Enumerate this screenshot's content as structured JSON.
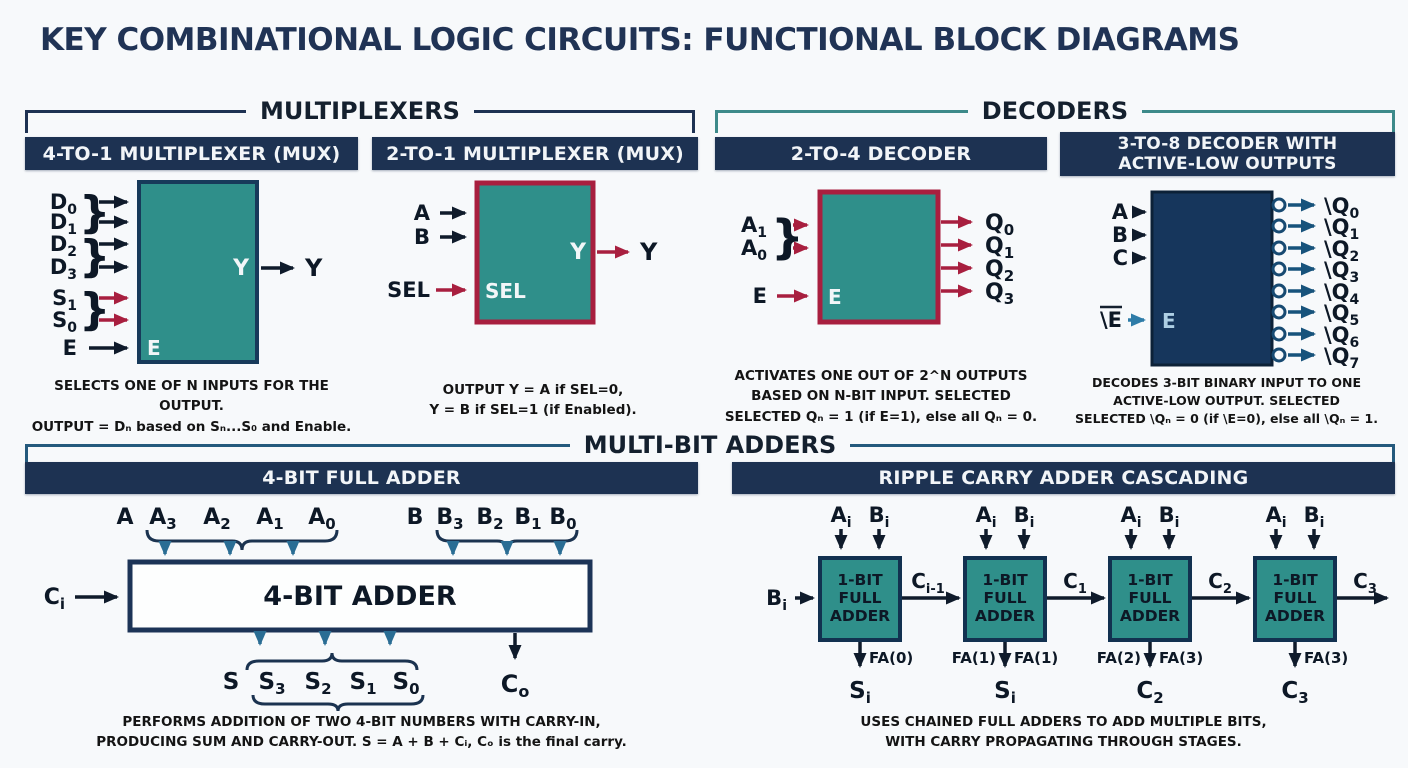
{
  "title": "KEY COMBINATIONAL LOGIC CIRCUITS: FUNCTIONAL BLOCK DIAGRAMS",
  "colors": {
    "background": "#f7f9fb",
    "navy_header_bar": "#1d3252",
    "title_navy": "#203355",
    "teal_block_fill": "#2f8f8a",
    "dark_navy_block_fill": "#16365c",
    "crimson": "#a81f3f",
    "steel_blue_arrow": "#2a6d94",
    "active_low_arrow": "#17537c",
    "enable_bar_arrow": "#2e7ca8",
    "ink_arrow": "#0f1b2b",
    "multiplexers_bracket": "#1e3253",
    "decoders_bracket": "#3d8a8a",
    "adders_bracket": "#255a7d"
  },
  "section_headers": {
    "multiplexers": "MULTIPLEXERS",
    "decoders": "DECODERS",
    "adders": "MULTI-BIT ADDERS"
  },
  "mux4": {
    "header": "4-TO-1 MULTIPLEXER (MUX)",
    "d_inputs": [
      {
        "b": "D",
        "s": "0"
      },
      {
        "b": "D",
        "s": "1"
      },
      {
        "b": "D",
        "s": "2"
      },
      {
        "b": "D",
        "s": "3"
      }
    ],
    "s_inputs": [
      {
        "b": "S",
        "s": "1"
      },
      {
        "b": "S",
        "s": "0"
      }
    ],
    "enable": "E",
    "port_y": "Y",
    "port_e": "E",
    "output": "Y",
    "brace": "}",
    "caption": [
      "SELECTS ONE OF N INPUTS FOR THE OUTPUT.",
      "OUTPUT = Dₙ based on Sₙ...S₀ and Enable."
    ]
  },
  "mux2": {
    "header": "2-TO-1 MULTIPLEXER (MUX)",
    "inputs": [
      "A",
      "B"
    ],
    "sel": "SEL",
    "port_sel": "SEL",
    "port_y": "Y",
    "output": "Y",
    "caption": [
      "OUTPUT Y = A if SEL=0,",
      "Y = B if SEL=1 (if Enabled)."
    ]
  },
  "dec24": {
    "header": "2-TO-4 DECODER",
    "a_inputs": [
      {
        "b": "A",
        "s": "1"
      },
      {
        "b": "A",
        "s": "0"
      }
    ],
    "enable": "E",
    "port_e": "E",
    "brace": "}",
    "outputs": [
      {
        "b": "Q",
        "s": "0"
      },
      {
        "b": "Q",
        "s": "1"
      },
      {
        "b": "Q",
        "s": "2"
      },
      {
        "b": "Q",
        "s": "3"
      }
    ],
    "caption": [
      "ACTIVATES ONE OUT OF 2^N OUTPUTS",
      "BASED ON N-BIT INPUT. SELECTED",
      "SELECTED Qₙ = 1 (if E=1), else all Qₙ = 0."
    ]
  },
  "dec38": {
    "header_lines": [
      "3-TO-8 DECODER WITH",
      "ACTIVE-LOW OUTPUTS"
    ],
    "inputs": [
      "A",
      "B",
      "C"
    ],
    "enable": "\\E",
    "port_e": "E",
    "outputs": [
      {
        "b": "\\Q",
        "s": "0"
      },
      {
        "b": "\\Q",
        "s": "1"
      },
      {
        "b": "\\Q",
        "s": "2"
      },
      {
        "b": "\\Q",
        "s": "3"
      },
      {
        "b": "\\Q",
        "s": "4"
      },
      {
        "b": "\\Q",
        "s": "5"
      },
      {
        "b": "\\Q",
        "s": "6"
      },
      {
        "b": "\\Q",
        "s": "7"
      }
    ],
    "caption": [
      "DECODES 3-BIT BINARY INPUT TO ONE",
      "ACTIVE-LOW OUTPUT. SELECTED",
      "SELECTED \\Qₙ = 0 (if \\E=0), else all \\Qₙ = 1."
    ]
  },
  "adder4": {
    "header": "4-BIT FULL ADDER",
    "a_label": "A",
    "a_bits": [
      {
        "b": "A",
        "s": "3"
      },
      {
        "b": "A",
        "s": "2"
      },
      {
        "b": "A",
        "s": "1"
      },
      {
        "b": "A",
        "s": "0"
      }
    ],
    "b_label": "B",
    "b_bits": [
      {
        "b": "B",
        "s": "3"
      },
      {
        "b": "B",
        "s": "2"
      },
      {
        "b": "B",
        "s": "1"
      },
      {
        "b": "B",
        "s": "0"
      }
    ],
    "box_label": "4-BIT ADDER",
    "carry_in": {
      "b": "C",
      "s": "i"
    },
    "sum_label": "S",
    "sum_bits": [
      {
        "b": "S",
        "s": "3"
      },
      {
        "b": "S",
        "s": "2"
      },
      {
        "b": "S",
        "s": "1"
      },
      {
        "b": "S",
        "s": "0"
      }
    ],
    "carry_out": {
      "b": "C",
      "s": "o"
    },
    "caption": [
      "PERFORMS ADDITION OF TWO 4-BIT NUMBERS WITH CARRY-IN,",
      "PRODUCING SUM AND CARRY-OUT. S = A + B + Cᵢ, Cₒ is the final carry."
    ]
  },
  "ripple": {
    "header": "RIPPLE CARRY ADDER CASCADING",
    "block_lines": [
      "1-BIT",
      "FULL",
      "ADDER"
    ],
    "top_a": {
      "b": "A",
      "s": "i"
    },
    "top_b": {
      "b": "B",
      "s": "i"
    },
    "left_in": {
      "b": "B",
      "s": "i"
    },
    "carries": [
      {
        "b": "C",
        "s": "i-1"
      },
      {
        "b": "C",
        "s": "1"
      },
      {
        "b": "C",
        "s": "2"
      },
      {
        "b": "C",
        "s": "3"
      }
    ],
    "fa_labels": {
      "blk1_r": "FA(0)",
      "blk2_l": "FA(1)",
      "blk2_r": "FA(1)",
      "blk3_l": "FA(2)",
      "blk3_r": "FA(3)",
      "blk4_r": "FA(3)"
    },
    "outputs": [
      {
        "b": "S",
        "s": "i"
      },
      {
        "b": "S",
        "s": "i"
      },
      {
        "b": "C",
        "s": "2"
      },
      {
        "b": "C",
        "s": "3"
      }
    ],
    "caption": [
      "USES CHAINED FULL ADDERS TO ADD MULTIPLE BITS,",
      "WITH CARRY PROPAGATING THROUGH STAGES."
    ]
  }
}
